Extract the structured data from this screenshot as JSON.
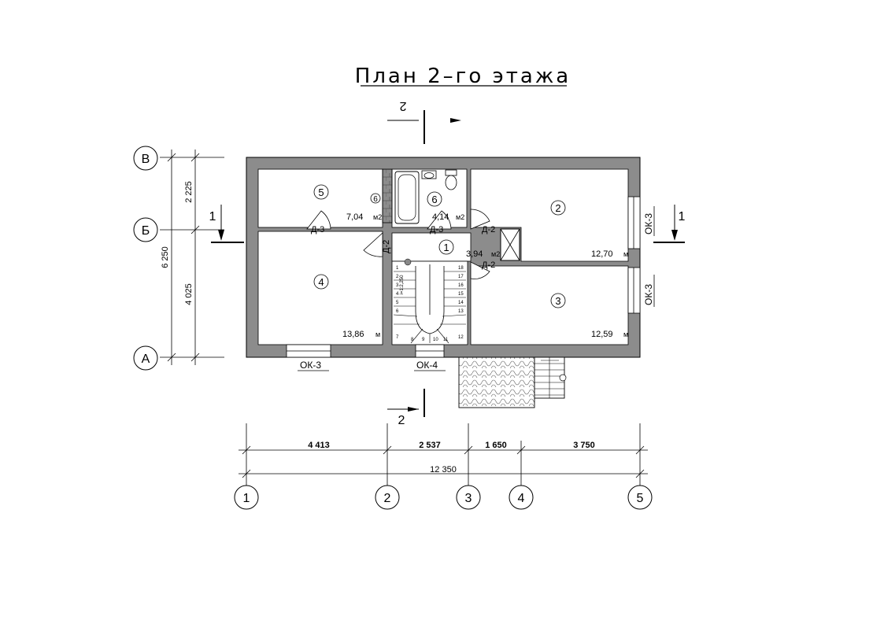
{
  "title": "План 2–го этажа",
  "section_marks": {
    "top": "2",
    "bottom": "2",
    "left": "1",
    "right": "1"
  },
  "grid_axes": {
    "rows": [
      "В",
      "Б",
      "А"
    ],
    "columns": [
      "1",
      "2",
      "3",
      "4",
      "5"
    ]
  },
  "dimensions": {
    "vertical": [
      "2 225",
      "4 025",
      "6 250"
    ],
    "horizontal": [
      "4 413",
      "2 537",
      "1 650",
      "3 750"
    ],
    "total": "12 350"
  },
  "rooms": [
    {
      "number": "1",
      "area": "3,94",
      "unit": "м2"
    },
    {
      "number": "2",
      "area": "12,70",
      "unit": "м"
    },
    {
      "number": "3",
      "area": "12,59",
      "unit": "м"
    },
    {
      "number": "4",
      "area": "13,86",
      "unit": "м"
    },
    {
      "number": "5",
      "area": "7,04",
      "unit": "м2"
    },
    {
      "number": "6",
      "area": "4,14",
      "unit": "м2"
    }
  ],
  "chimney_marker": "6",
  "doors": [
    "Д-3",
    "Д-2",
    "Д-3",
    "Д-2",
    "Д-2"
  ],
  "windows": [
    "ОК-3",
    "ОК-4",
    "ОК-3",
    "ОК-3"
  ],
  "stair_label": "i=1:2,250",
  "stair_steps_left": [
    "1",
    "2",
    "3",
    "4",
    "5",
    "6",
    "7"
  ],
  "stair_steps_right": [
    "18",
    "17",
    "16",
    "15",
    "14",
    "13",
    "12"
  ],
  "stair_steps_bottom": [
    "8",
    "9",
    "10",
    "11"
  ]
}
